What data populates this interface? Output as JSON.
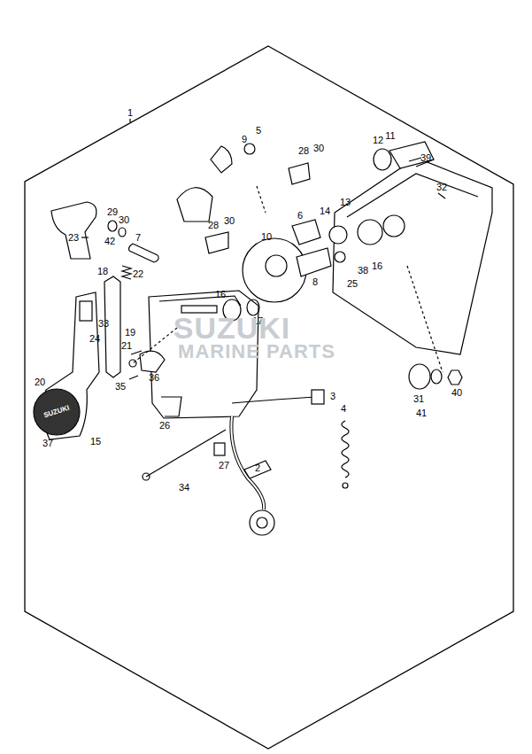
{
  "diagram": {
    "labels": [
      "1",
      "9",
      "5",
      "28",
      "30",
      "12",
      "11",
      "39",
      "32",
      "23",
      "29",
      "30",
      "42",
      "7",
      "13",
      "14",
      "28",
      "30",
      "6",
      "10",
      "18",
      "22",
      "8",
      "38",
      "16",
      "25",
      "16",
      "33",
      "19",
      "17",
      "24",
      "21",
      "3",
      "4",
      "31",
      "41",
      "40",
      "20",
      "35",
      "36",
      "37",
      "15",
      "26",
      "34",
      "27",
      "2",
      "SUZUKI",
      "MARINE PARTS",
      "SUZUKI"
    ]
  }
}
